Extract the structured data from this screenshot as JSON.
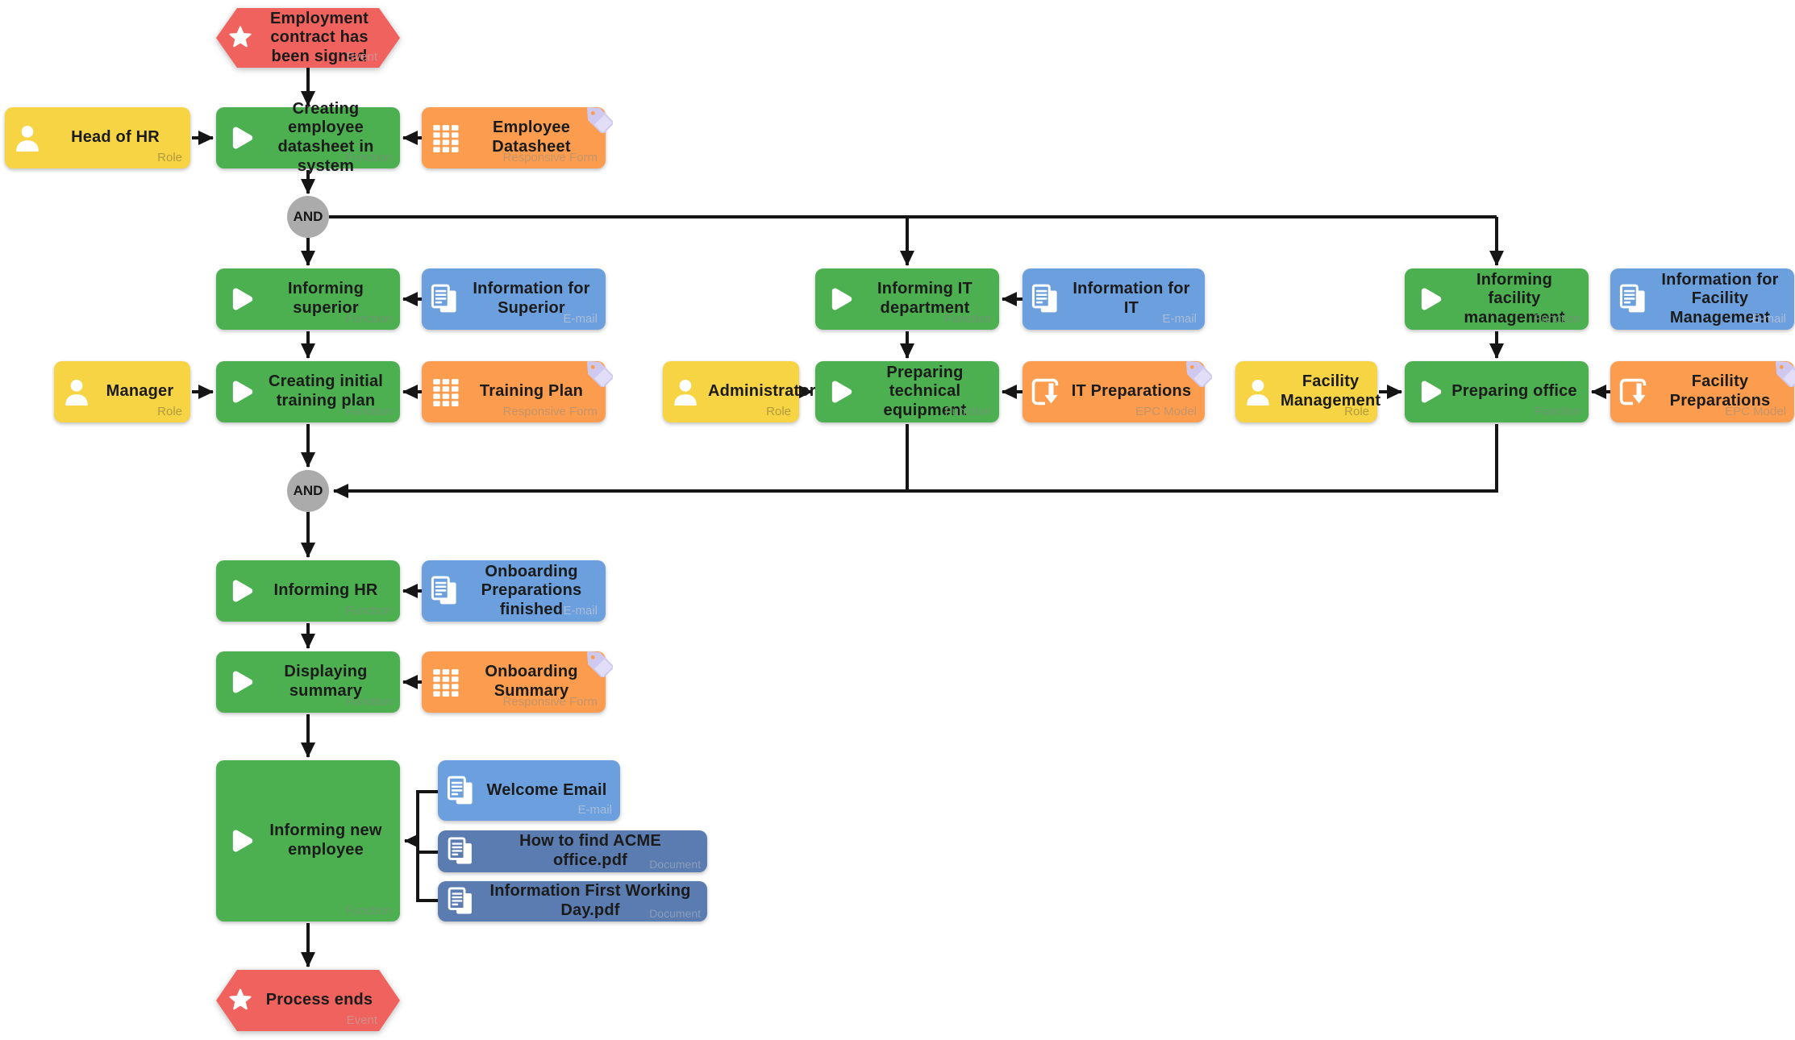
{
  "diagram": {
    "kind": "EPC process model",
    "background": "#ffffff",
    "palette": {
      "event": "#f0625e",
      "function": "#4caf50",
      "role": "#f6d444",
      "responsive_form": "#fb9c4e",
      "email": "#6b9fdd",
      "document": "#5a7cb0",
      "gateway": "#ababab",
      "tag": "#cfc9f0",
      "line": "#151515"
    }
  },
  "gateways": {
    "and1": {
      "label": "AND"
    },
    "and2": {
      "label": "AND"
    }
  },
  "nodes": {
    "event_start": {
      "label": "Employment contract has been signed",
      "type": "Event"
    },
    "role_head_of_hr": {
      "label": "Head of HR",
      "type": "Role"
    },
    "fn_creating_datasheet": {
      "label": "Creating employee datasheet in system",
      "type": "Function"
    },
    "form_employee_datasheet": {
      "label": "Employee Datasheet",
      "type": "Responsive Form"
    },
    "fn_informing_superior": {
      "label": "Informing superior",
      "type": "Function"
    },
    "email_info_superior": {
      "label": "Information for Superior",
      "type": "E-mail"
    },
    "fn_informing_it": {
      "label": "Informing IT department",
      "type": "Function"
    },
    "email_info_it": {
      "label": "Information for IT",
      "type": "E-mail"
    },
    "fn_informing_facility": {
      "label": "Informing facility management",
      "type": "Function"
    },
    "email_info_facility": {
      "label": "Information for Facility Management",
      "type": "E-mail"
    },
    "role_manager": {
      "label": "Manager",
      "type": "Role"
    },
    "fn_training_plan": {
      "label": "Creating initial training plan",
      "type": "Function"
    },
    "form_training_plan": {
      "label": "Training Plan",
      "type": "Responsive Form"
    },
    "role_administrator": {
      "label": "Administrator",
      "type": "Role"
    },
    "fn_preparing_equipment": {
      "label": "Preparing technical equipment",
      "type": "Function"
    },
    "epc_it_preparations": {
      "label": "IT Preparations",
      "type": "EPC Model"
    },
    "role_facility_mgmt": {
      "label": "Facility Management",
      "type": "Role"
    },
    "fn_preparing_office": {
      "label": "Preparing office",
      "type": "Function"
    },
    "epc_facility_preparations": {
      "label": "Facility Preparations",
      "type": "EPC Model"
    },
    "fn_informing_hr": {
      "label": "Informing HR",
      "type": "Function"
    },
    "email_onboarding_finished": {
      "label": "Onboarding Preparations finished",
      "type": "E-mail"
    },
    "fn_displaying_summary": {
      "label": "Displaying summary",
      "type": "Function"
    },
    "form_onboarding_summary": {
      "label": "Onboarding Summary",
      "type": "Responsive Form"
    },
    "fn_informing_new_employee": {
      "label": "Informing new employee",
      "type": "Function"
    },
    "email_welcome": {
      "label": "Welcome Email",
      "type": "E-mail"
    },
    "doc_how_to_find": {
      "label": "How to find ACME office.pdf",
      "type": "Document"
    },
    "doc_first_day": {
      "label": "Information First Working Day.pdf",
      "type": "Document"
    },
    "event_end": {
      "label": "Process ends",
      "type": "Event"
    }
  }
}
